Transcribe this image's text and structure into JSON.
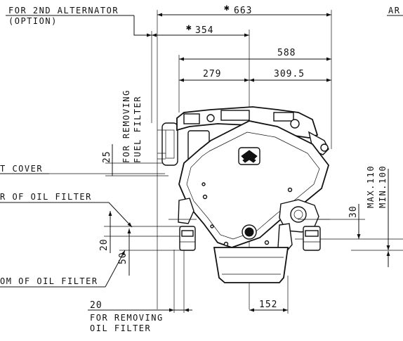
{
  "labels": {
    "alt_line1": "FOR 2ND ALTERNATOR",
    "alt_line2": "(OPTION)",
    "top_right": "AR",
    "fuel_line1": "FOR REMOVING",
    "fuel_line2": "FUEL FILTER",
    "cover": "T COVER",
    "oil_center": "R OF OIL FILTER",
    "oil_bottom": "OM OF OIL FILTER",
    "oil_remove_line1": "FOR REMOVING",
    "oil_remove_line2": "OIL FILTER",
    "max": "MAX.110",
    "min": "MIN.100"
  },
  "dims": {
    "d663": "663",
    "d354": "354",
    "d588": "588",
    "d279": "279",
    "d309": "309.5",
    "d25": "25",
    "d20": "20",
    "d50": "50",
    "d20b": "20",
    "d30": "30",
    "d152": "152"
  },
  "marks": {
    "asterisk": "✱"
  }
}
